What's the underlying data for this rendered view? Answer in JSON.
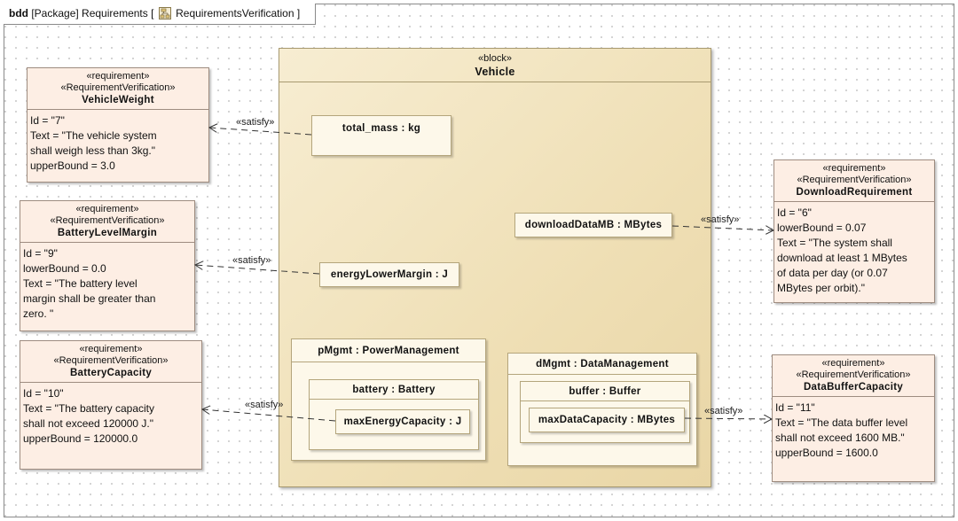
{
  "frame": {
    "kind": "bdd",
    "prefix": "[Package] Requirements [",
    "diagram_name": "RequirementsVerification",
    "suffix": "]",
    "icon": "diagram-icon"
  },
  "requirements": {
    "vehicle_weight": {
      "stereotype1": "«requirement»",
      "stereotype2": "«RequirementVerification»",
      "name": "VehicleWeight",
      "lines": [
        "Id = \"7\"",
        "Text = \"The vehicle system",
        "shall weigh less than 3kg.\"",
        "upperBound = 3.0"
      ]
    },
    "battery_level_margin": {
      "stereotype1": "«requirement»",
      "stereotype2": "«RequirementVerification»",
      "name": "BatteryLevelMargin",
      "lines": [
        "Id = \"9\"",
        "lowerBound = 0.0",
        "Text = \"The battery level",
        "margin shall be greater than",
        "zero. \""
      ]
    },
    "battery_capacity": {
      "stereotype1": "«requirement»",
      "stereotype2": "«RequirementVerification»",
      "name": "BatteryCapacity",
      "lines": [
        "Id = \"10\"",
        "Text = \"The battery capacity",
        "shall not exceed 120000 J.\"",
        "upperBound = 120000.0"
      ]
    },
    "download_requirement": {
      "stereotype1": "«requirement»",
      "stereotype2": "«RequirementVerification»",
      "name": "DownloadRequirement",
      "lines": [
        "Id = \"6\"",
        "lowerBound = 0.07",
        "Text = \"The system shall",
        "download at least 1 MBytes",
        "of data per day (or 0.07",
        "MBytes per orbit).\""
      ]
    },
    "data_buffer_capacity": {
      "stereotype1": "«requirement»",
      "stereotype2": "«RequirementVerification»",
      "name": "DataBufferCapacity",
      "lines": [
        "Id = \"11\"",
        "Text = \"The data buffer level",
        "shall not exceed 1600 MB.\"",
        "upperBound = 1600.0"
      ]
    }
  },
  "vehicle": {
    "stereotype": "«block»",
    "name": "Vehicle",
    "parts": {
      "total_mass": "total_mass : kg",
      "download_data": "downloadDataMB : MBytes",
      "energy_lower_margin": "energyLowerMargin : J",
      "pmgmt": "pMgmt : PowerManagement",
      "battery": "battery : Battery",
      "max_energy": "maxEnergyCapacity : J",
      "dmgmt": "dMgmt : DataManagement",
      "buffer": "buffer : Buffer",
      "max_data": "maxDataCapacity : MBytes"
    }
  },
  "relations": {
    "satisfy_label": "«satisfy»"
  }
}
